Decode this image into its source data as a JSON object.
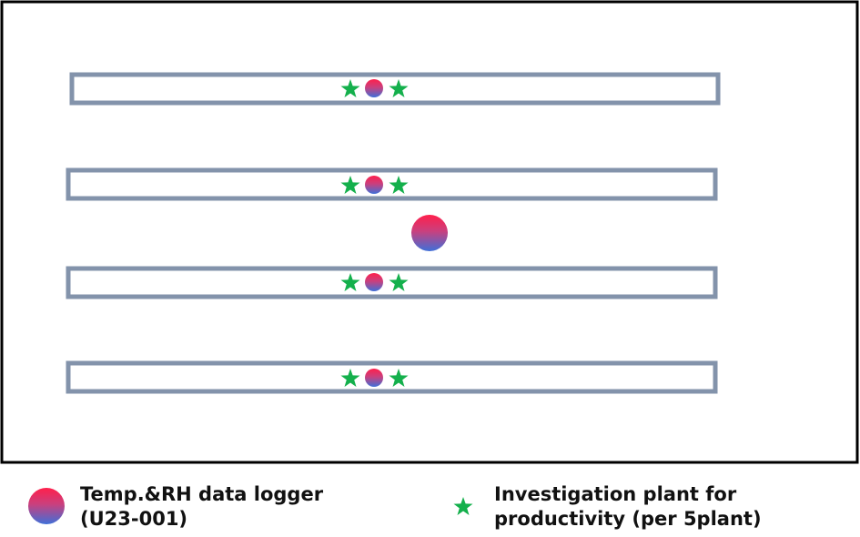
{
  "legend": {
    "logger": {
      "line1": "Temp.&RH data logger",
      "line2": "(U23-001)"
    },
    "plant": {
      "line1": "Investigation plant for",
      "line2": "productivity (per 5plant)"
    }
  },
  "colors": {
    "frame": "#000000",
    "bed": "#8393ab",
    "star": "#14b04c",
    "logger_top": "#ff1f4b",
    "logger_bottom": "#3f6fd8"
  },
  "layout_summary": {
    "beds": 4,
    "loggers_per_bed": 1,
    "plants_per_bed": 2,
    "central_loggers": 1
  }
}
